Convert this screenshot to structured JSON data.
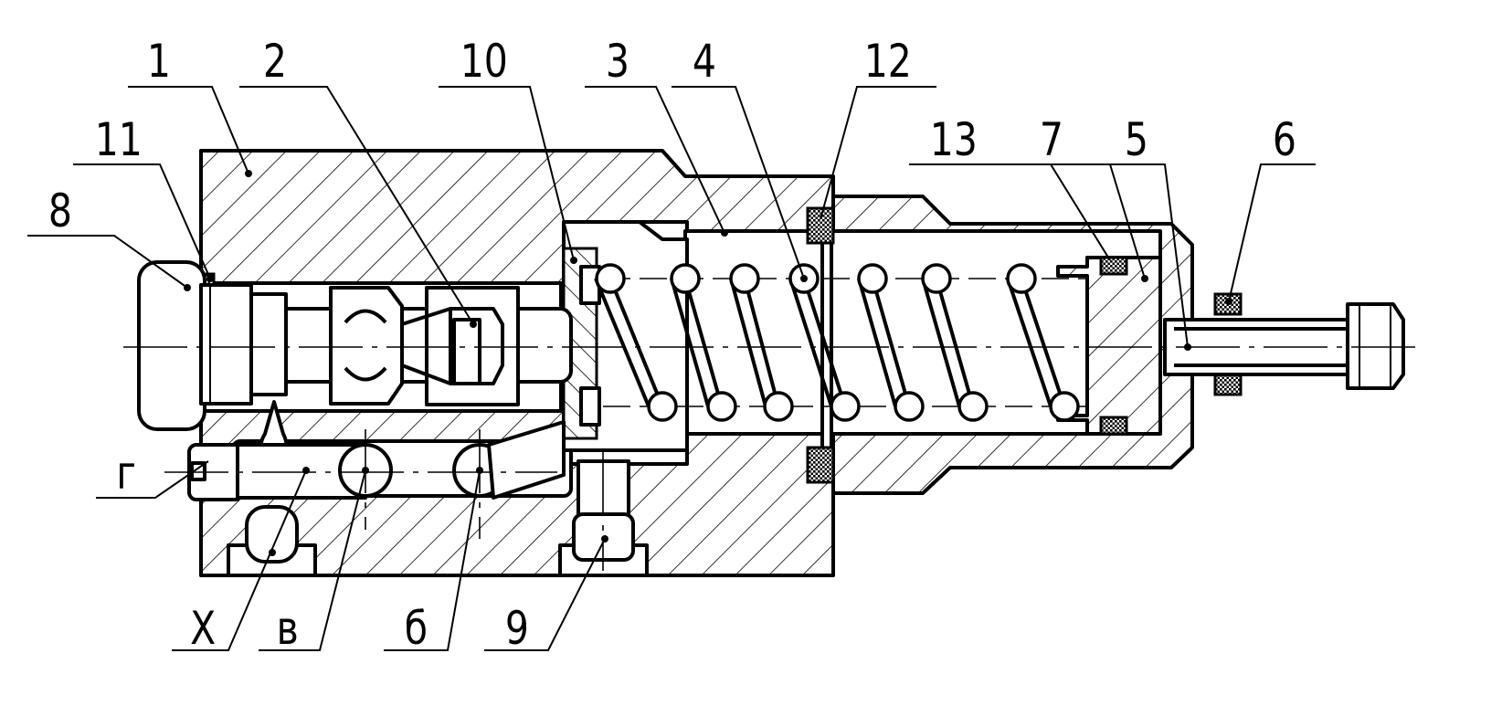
{
  "labels": {
    "l1": "1",
    "l2": "2",
    "l10": "10",
    "l3": "3",
    "l4": "4",
    "l12": "12",
    "l11": "11",
    "l8": "8",
    "l13": "13",
    "l7": "7",
    "l5": "5",
    "l6": "6",
    "lg": "г",
    "lx": "Х",
    "lv": "в",
    "lb": "б",
    "l9": "9"
  },
  "colors": {
    "line": "#000000",
    "background": "#ffffff"
  }
}
